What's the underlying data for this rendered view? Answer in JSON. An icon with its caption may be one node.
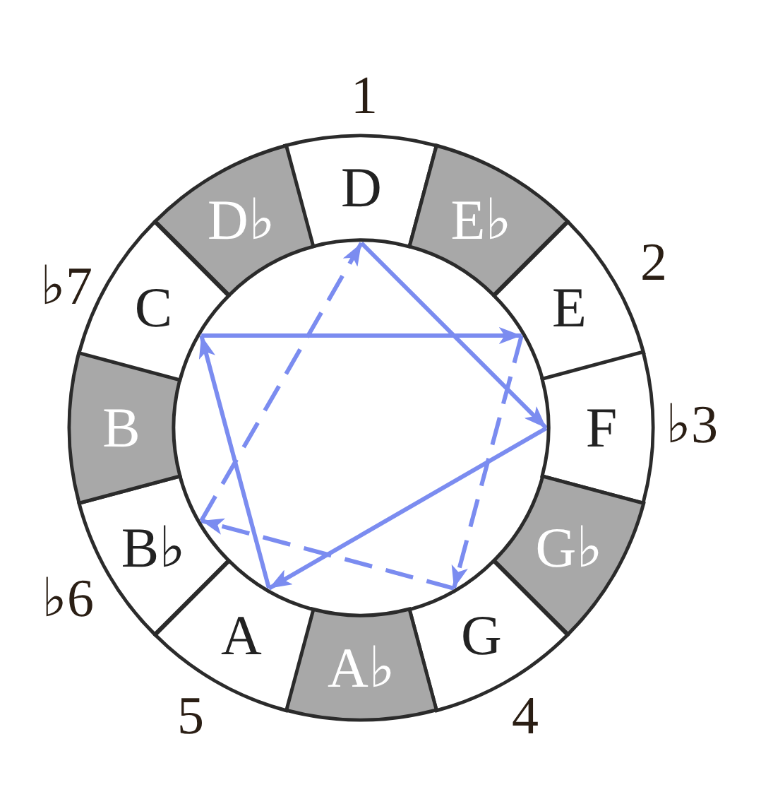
{
  "diagram": {
    "nodes": [
      {
        "text": [
          "D"
        ],
        "beside": [
          "1"
        ]
      },
      {
        "text": [
          "E♭"
        ]
      },
      {
        "text": [
          "E"
        ],
        "beside": [
          "2"
        ]
      },
      {
        "text": [
          "F"
        ],
        "beside": [
          "♭3"
        ]
      },
      {
        "text": [
          "G♭"
        ]
      },
      {
        "text": [
          "G"
        ],
        "beside": [
          "4"
        ]
      },
      {
        "text": [
          "A♭"
        ]
      },
      {
        "text": [
          "A"
        ],
        "beside": [
          "5"
        ]
      },
      {
        "text": [
          "B♭"
        ],
        "beside": [
          "♭6"
        ]
      },
      {
        "text": [
          "B"
        ]
      },
      {
        "text": [
          "C"
        ],
        "beside": [
          "♭7"
        ]
      },
      {
        "text": [
          "D♭"
        ]
      }
    ],
    "edges": [
      {
        "from": 0,
        "to": 3,
        "arrow": "to"
      },
      {
        "from": 3,
        "to": 7,
        "arrow": "to"
      },
      {
        "from": 7,
        "to": 10,
        "arrow": "to"
      },
      {
        "from": 10,
        "to": 2,
        "arrow": "to"
      },
      {
        "from": 2,
        "to": 5,
        "arrow": "to",
        "style": "dashed"
      },
      {
        "from": 5,
        "to": 8,
        "arrow": "to",
        "style": "dashed"
      },
      {
        "from": 8,
        "to": 0,
        "arrow": "to",
        "style": "dashed"
      }
    ]
  }
}
